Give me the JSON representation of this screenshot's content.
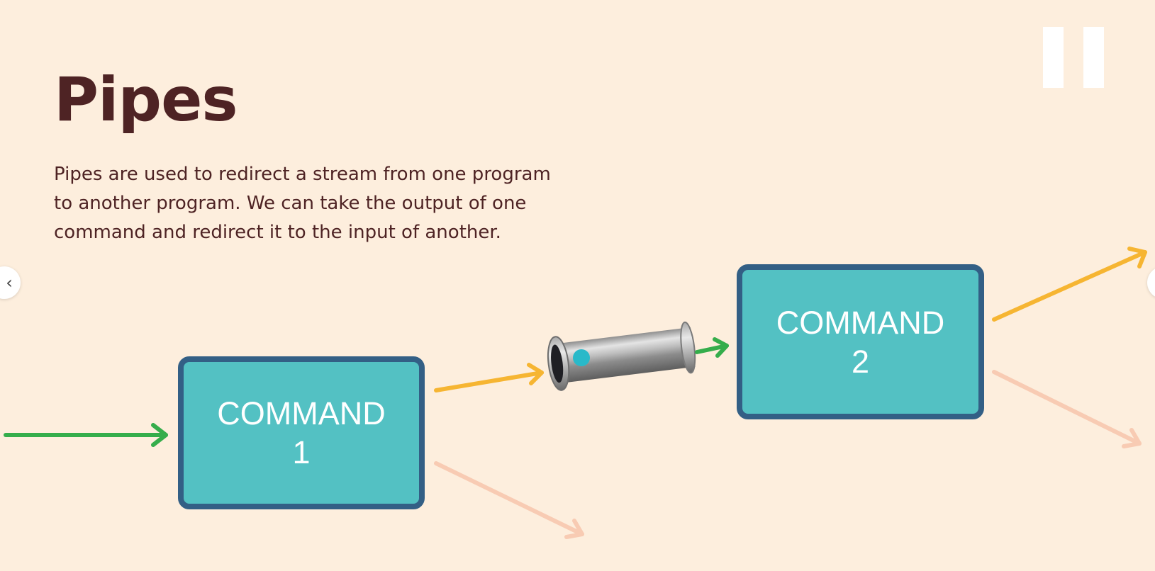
{
  "slide": {
    "title": "Pipes",
    "description_lines": [
      "Pipes are used to redirect a stream from one program",
      "to another program.  We can take the output of one",
      "command and redirect it to the input of another."
    ]
  },
  "commands": [
    {
      "word": "COMMAND",
      "number": "1"
    },
    {
      "word": "COMMAND",
      "number": "2"
    }
  ],
  "controls": {
    "prev_glyph": "‹",
    "pause_icon": "pause-icon"
  },
  "colors": {
    "background": "#fdeedd",
    "title_text": "#4e2324",
    "command_fill": "#53c1c3",
    "command_border": "#335f85",
    "stdin_arrow": "#35ad4b",
    "stdout_arrow": "#f6b532",
    "stderr_arrow": "#f8cbb3",
    "pipe_dot": "#29b9c9"
  }
}
